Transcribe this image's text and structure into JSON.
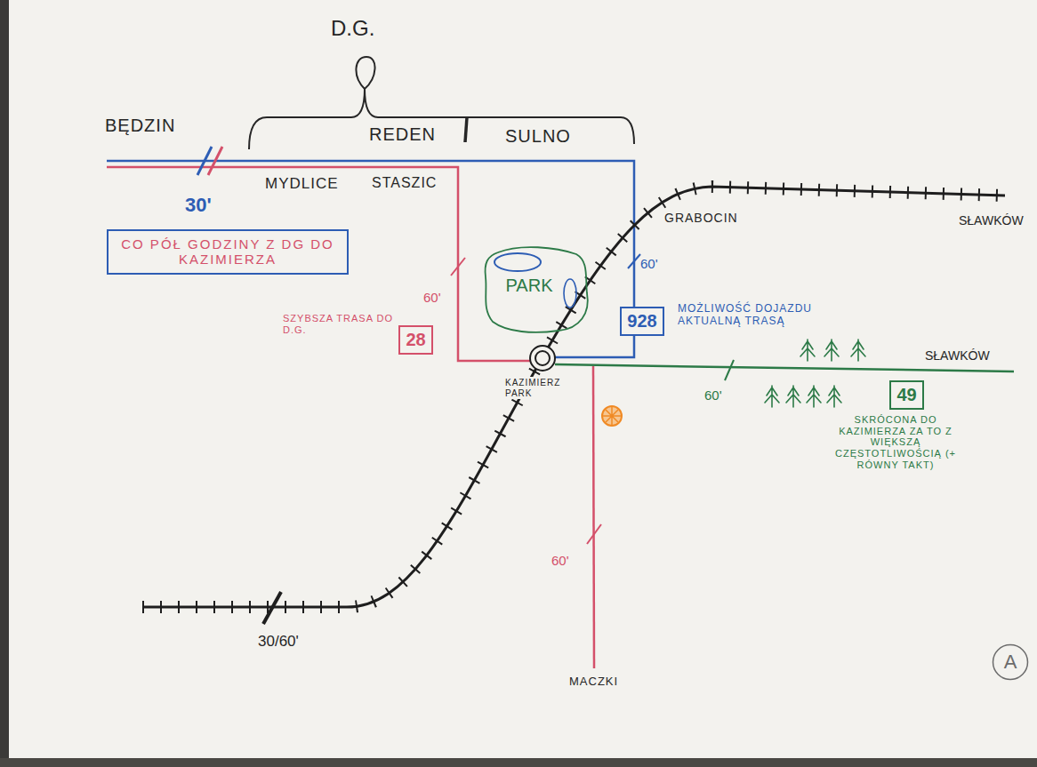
{
  "diagram": {
    "nodes": [
      {
        "text": [
          "CO PÓŁ GODZINY Z DG DO KAZIMIERZA"
        ]
      },
      {
        "text": [
          "PARK"
        ]
      },
      {
        "text": [
          "928"
        ]
      },
      {
        "text": [
          "28"
        ]
      },
      {
        "text": [
          "49"
        ]
      },
      {
        "text": [
          "A"
        ]
      }
    ],
    "labels": [
      "D.G.",
      "BĘDZIN",
      "REDEN",
      "SULNO",
      "MYDLICE",
      "STASZIC",
      "30'",
      "GRABOCIN",
      "SŁAWKÓW",
      "60'",
      "MOŻLIWOŚĆ DOJAZDU AKTUALNĄ TRASĄ",
      "60'",
      "SZYBSZA TRASA DO D.G.",
      "KAZIMIERZ PARK",
      "SŁAWKÓW",
      "60'",
      "SKRÓCONA DO KAZIMIERZA ZA TO Z WIĘKSZĄ CZĘSTOTLIWOŚCIĄ (+ RÓWNY TAKT)",
      "60'",
      "MACZKI",
      "30/60'"
    ]
  }
}
